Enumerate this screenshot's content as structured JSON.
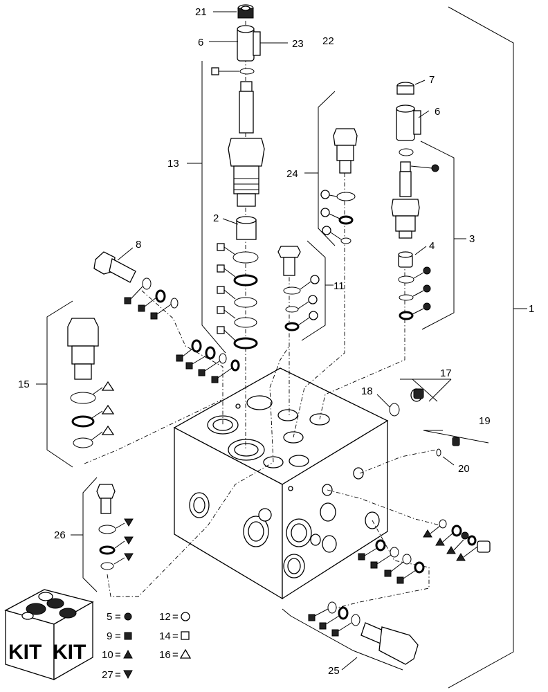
{
  "callouts": {
    "c1": "1",
    "c2": "2",
    "c3": "3",
    "c4": "4",
    "c6a": "6",
    "c6b": "6",
    "c7": "7",
    "c8": "8",
    "c11": "11",
    "c13": "13",
    "c15": "15",
    "c17": "17",
    "c18": "18",
    "c19": "19",
    "c20": "20",
    "c21": "21",
    "c22": "22",
    "c23": "23",
    "c24": "24",
    "c25": "25",
    "c26": "26"
  },
  "legend": [
    {
      "num": "5",
      "eq": "=",
      "symbol": "filled-circle"
    },
    {
      "num": "9",
      "eq": "=",
      "symbol": "filled-square"
    },
    {
      "num": "10",
      "eq": "=",
      "symbol": "filled-triangle"
    },
    {
      "num": "27",
      "eq": "=",
      "symbol": "filled-triangle-down"
    },
    {
      "num": "12",
      "eq": "=",
      "symbol": "open-circle"
    },
    {
      "num": "14",
      "eq": "=",
      "symbol": "open-square"
    },
    {
      "num": "16",
      "eq": "=",
      "symbol": "open-triangle"
    }
  ],
  "kit": {
    "face1": "KIT",
    "face2": "KIT"
  },
  "colors": {
    "ink": "#000000",
    "paper": "#ffffff"
  }
}
